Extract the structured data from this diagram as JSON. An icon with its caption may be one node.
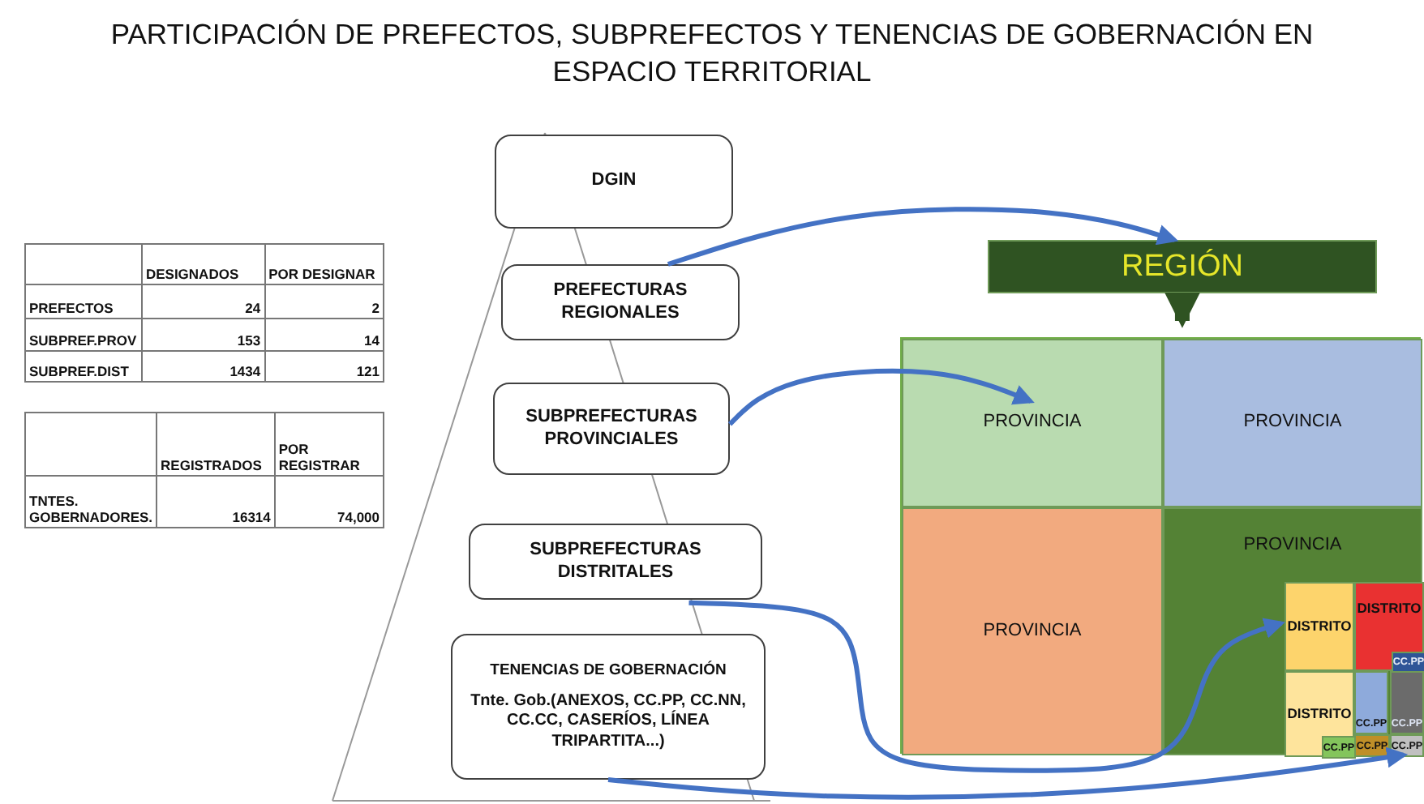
{
  "diagram": {
    "title": "PARTICIPACIÓN DE PREFECTOS, SUBPREFECTOS Y TENENCIAS DE GOBERNACIÓN EN ESPACIO TERRITORIAL",
    "nodes": [
      {
        "text": [
          "DGIN"
        ]
      },
      {
        "text": [
          "PREFECTURAS REGIONALES"
        ]
      },
      {
        "text": [
          "SUBPREFECTURAS PROVINCIALES"
        ]
      },
      {
        "text": [
          "SUBPREFECTURAS DISTRITALES"
        ]
      },
      {
        "text": [
          "TENENCIAS DE GOBERNACIÓN",
          "Tnte. Gob.(ANEXOS, CC.PP, CC.NN, CC.CC, CASERÍOS, LÍNEA TRIPARTITA...)"
        ]
      },
      {
        "text": [
          "REGIÓN"
        ]
      },
      {
        "text": [],
        "shape": "box"
      },
      {
        "text": [
          "PROVINCIA"
        ],
        "in": 6
      },
      {
        "text": [
          "PROVINCIA"
        ],
        "in": 6
      },
      {
        "text": [
          "PROVINCIA"
        ],
        "in": 6
      },
      {
        "text": [
          "PROVINCIA"
        ],
        "in": 6
      },
      {
        "text": [
          "DISTRITO"
        ],
        "in": 10
      },
      {
        "text": [
          "DISTRITO"
        ],
        "in": 10
      },
      {
        "text": [
          "CC.PP"
        ],
        "in": 12
      },
      {
        "text": [
          "DISTRITO"
        ],
        "in": 10
      },
      {
        "text": [
          "CC.PP"
        ],
        "in": 14
      },
      {
        "text": [
          "CC.PP"
        ],
        "in": 10
      },
      {
        "text": [
          "CC.PP"
        ],
        "in": 10
      },
      {
        "text": [
          "CC.PP"
        ],
        "in": 10
      },
      {
        "text": [
          "CC.PP"
        ],
        "in": 10
      }
    ],
    "edges": [
      {
        "from": 1,
        "to": 5,
        "arrow": "to"
      },
      {
        "from": 2,
        "to": 7,
        "arrow": "to"
      },
      {
        "from": 3,
        "to": 11,
        "arrow": "to"
      },
      {
        "from": 4,
        "to": 19,
        "arrow": "to"
      },
      {
        "from": 5,
        "to": 6,
        "arrow": "to",
        "style": "thick",
        "color": "#2f5322"
      }
    ],
    "labels": [
      "DESIGNADOS",
      "POR DESIGNAR",
      "PREFECTOS",
      "24",
      "2",
      "SUBPREF.PROV",
      "153",
      "14",
      "SUBPREF.DIST",
      "1434",
      "121",
      "REGISTRADOS",
      "POR REGISTRAR",
      "TNTES. GOBERNADORES.",
      "16314",
      "74,000"
    ]
  }
}
